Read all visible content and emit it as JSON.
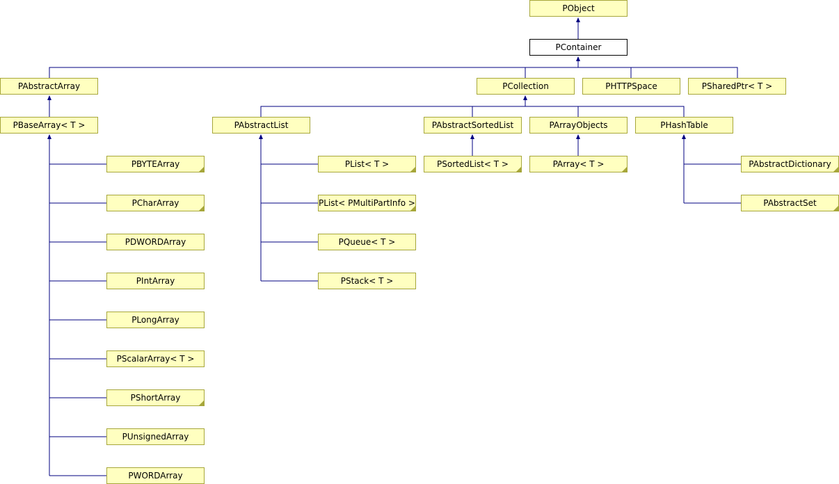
{
  "colors": {
    "node_fill": "#ffffc0",
    "node_border": "#a6a63a",
    "edge": "#000080",
    "current_fill": "#ffffff"
  },
  "nodes": {
    "pobject": "PObject",
    "pcontainer": "PContainer",
    "pabstractarray": "PAbstractArray",
    "pcollection": "PCollection",
    "phttpspace": "PHTTPSpace",
    "psharedptr": "PSharedPtr< T >",
    "pbasearray": "PBaseArray< T >",
    "pabstractlist": "PAbstractList",
    "pabstractsortedlist": "PAbstractSortedList",
    "parrayobjects": "PArrayObjects",
    "phashtable": "PHashTable",
    "pbytearray": "PBYTEArray",
    "pchararray": "PCharArray",
    "pdwordarray": "PDWORDArray",
    "pintarray": "PIntArray",
    "plongarray": "PLongArray",
    "pscalararray": "PScalarArray< T >",
    "pshortarray": "PShortArray",
    "punsignedarray": "PUnsignedArray",
    "pwordarray": "PWORDArray",
    "plist": "PList< T >",
    "plist_multipart": "PList< PMultiPartInfo >",
    "pqueue": "PQueue< T >",
    "pstack": "PStack< T >",
    "psortedlist": "PSortedList< T >",
    "parray": "PArray< T >",
    "pabstractdictionary": "PAbstractDictionary",
    "pabstractset": "PAbstractSet"
  },
  "edges": [
    [
      "pcontainer",
      "pobject"
    ],
    [
      "pabstractarray",
      "pcontainer"
    ],
    [
      "pcollection",
      "pcontainer"
    ],
    [
      "phttpspace",
      "pcontainer"
    ],
    [
      "psharedptr",
      "pcontainer"
    ],
    [
      "pbasearray",
      "pabstractarray"
    ],
    [
      "pabstractlist",
      "pcollection"
    ],
    [
      "pabstractsortedlist",
      "pcollection"
    ],
    [
      "parrayobjects",
      "pcollection"
    ],
    [
      "phashtable",
      "pcollection"
    ],
    [
      "pbytearray",
      "pbasearray"
    ],
    [
      "pchararray",
      "pbasearray"
    ],
    [
      "pdwordarray",
      "pbasearray"
    ],
    [
      "pintarray",
      "pbasearray"
    ],
    [
      "plongarray",
      "pbasearray"
    ],
    [
      "pscalararray",
      "pbasearray"
    ],
    [
      "pshortarray",
      "pbasearray"
    ],
    [
      "punsignedarray",
      "pbasearray"
    ],
    [
      "pwordarray",
      "pbasearray"
    ],
    [
      "plist",
      "pabstractlist"
    ],
    [
      "plist_multipart",
      "pabstractlist"
    ],
    [
      "pqueue",
      "pabstractlist"
    ],
    [
      "pstack",
      "pabstractlist"
    ],
    [
      "psortedlist",
      "pabstractsortedlist"
    ],
    [
      "parray",
      "parrayobjects"
    ],
    [
      "pabstractdictionary",
      "phashtable"
    ],
    [
      "pabstractset",
      "phashtable"
    ]
  ]
}
